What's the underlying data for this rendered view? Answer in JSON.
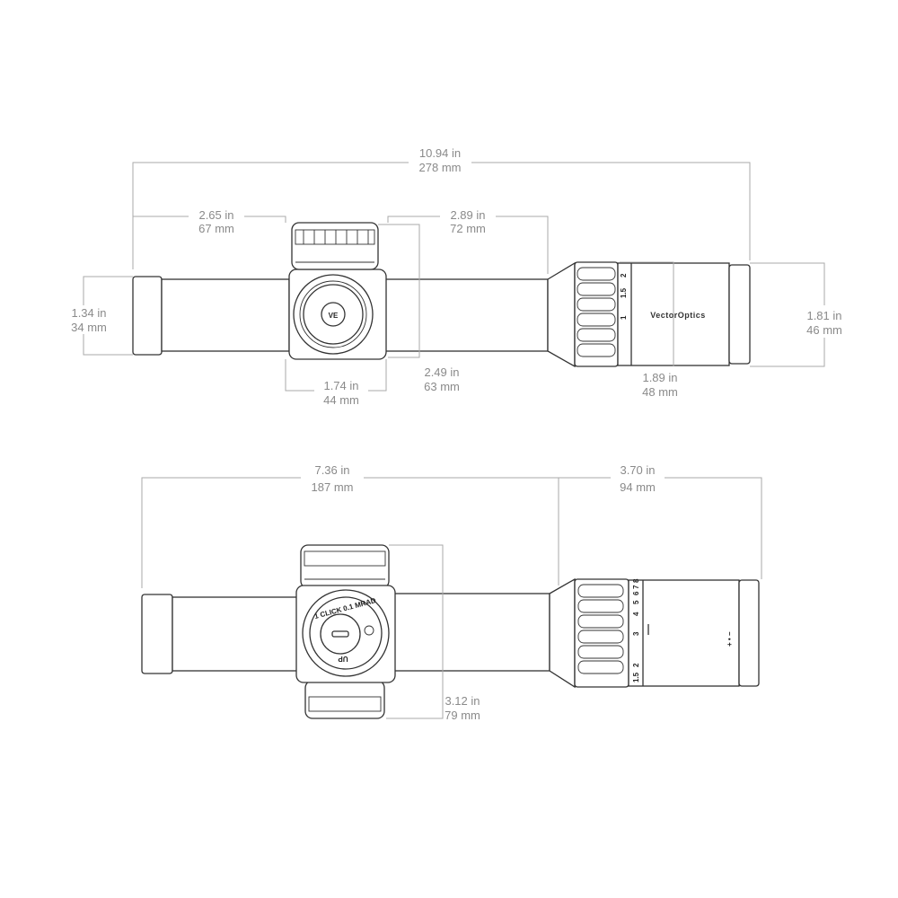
{
  "top_view": {
    "overall_length": {
      "in": "10.94 in",
      "mm": "278 mm"
    },
    "eyepiece_to_turret": {
      "in": "2.65 in",
      "mm": "67 mm"
    },
    "turret_to_power_ring": {
      "in": "2.89 in",
      "mm": "72 mm"
    },
    "eyepiece_diameter": {
      "in": "1.34 in",
      "mm": "34 mm"
    },
    "objective_diameter": {
      "in": "1.81 in",
      "mm": "46 mm"
    },
    "turret_width": {
      "in": "1.74 in",
      "mm": "44 mm"
    },
    "turret_height": {
      "in": "2.49 in",
      "mm": "63 mm"
    },
    "body_length": {
      "in": "1.89 in",
      "mm": "48 mm"
    },
    "brand_logo": "VectorOptics",
    "logo_badge": "VE",
    "power_marks": [
      "1",
      "1.5",
      "2"
    ]
  },
  "bottom_view": {
    "front_length": {
      "in": "7.36 in",
      "mm": "187 mm"
    },
    "rear_length": {
      "in": "3.70 in",
      "mm": "94 mm"
    },
    "turret_span": {
      "in": "3.12 in",
      "mm": "79 mm"
    },
    "turret_label": "1 CLICK 0.1 MRAD",
    "turret_direction": "UP",
    "power_marks": [
      "1.5",
      "2",
      "3",
      "4",
      "5",
      "6",
      "7",
      "8"
    ],
    "illumination_marks": "+ • −"
  }
}
